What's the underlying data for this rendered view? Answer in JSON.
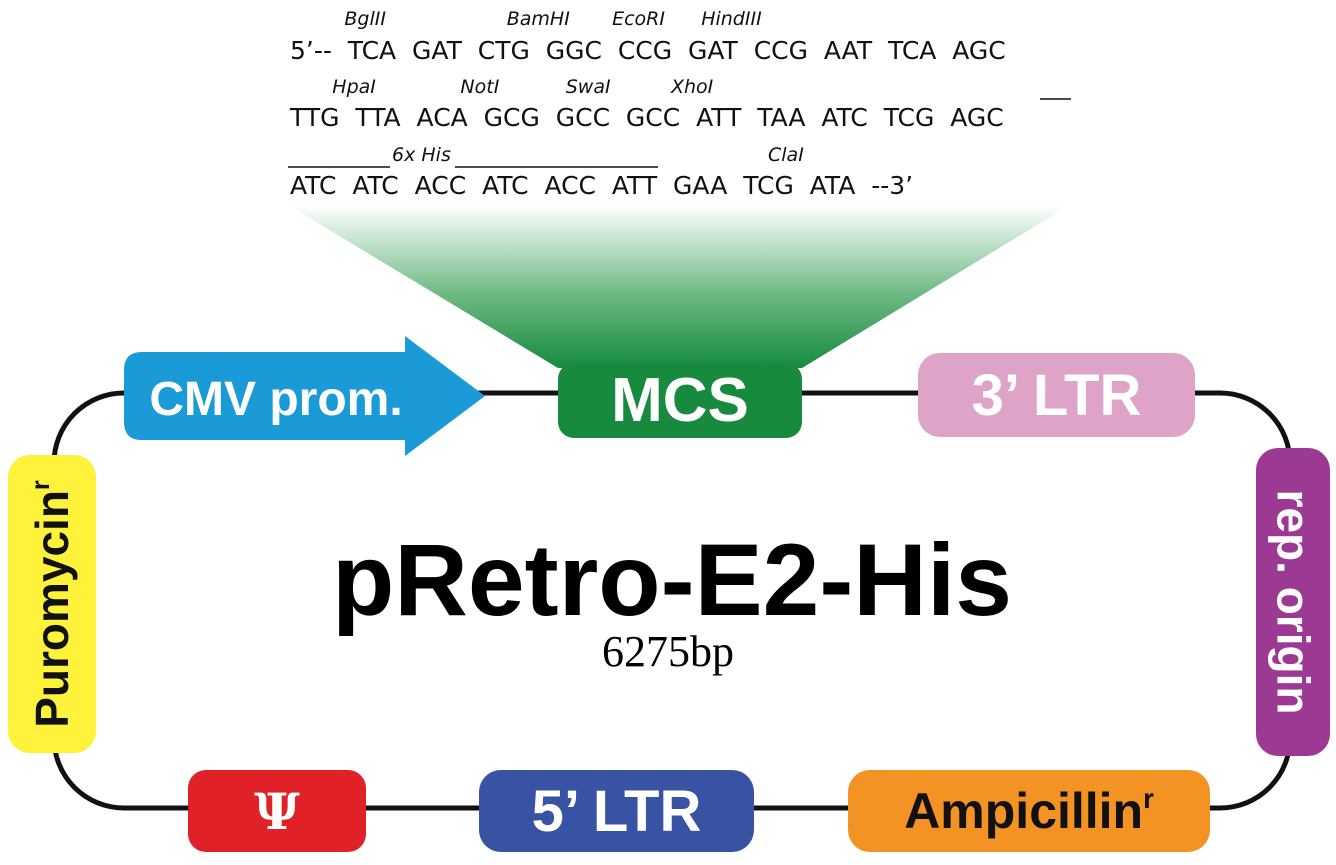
{
  "colors": {
    "cmv": "#1a9ad6",
    "mcs": "#178a3e",
    "ltr3": "#dda4c8",
    "rep_origin": "#9c3a93",
    "ampicillin": "#f39323",
    "ltr5": "#3953a4",
    "psi": "#e02127",
    "puromycin": "#fff23a",
    "backbone": "#111111"
  },
  "sequence": {
    "line1": {
      "enzymes": "         BglII                    BamHI       EcoRI      HindIII",
      "bases": "5’--  TCA  GAT  CTG  GGC  CCG  GAT  CCG  AAT  TCA  AGC"
    },
    "line2": {
      "enzymes": "       HpaI              NotI           SwaI          XhoI",
      "bases": "TTG  TTA  ACA  GCG  GCC  GCC  ATT  TAA  ATC  TCG  AGC"
    },
    "line3": {
      "his_tag": "6x His",
      "enzyme": "ClaI",
      "bases": "ATC  ATC  ACC  ATC  ACC  ATT  GAA  TCG  ATA  --3’"
    }
  },
  "features": {
    "cmv": "CMV prom.",
    "mcs": "MCS",
    "ltr3": "3’ LTR",
    "rep_origin": "rep. origin",
    "ampicillin": "Ampicillin",
    "ampicillin_sup": "r",
    "ltr5": "5’ LTR",
    "psi": "Ψ",
    "puromycin": "Puromycin",
    "puromycin_sup": "r"
  },
  "plasmid": {
    "name": "pRetro-E2-His",
    "size": "6275bp"
  }
}
